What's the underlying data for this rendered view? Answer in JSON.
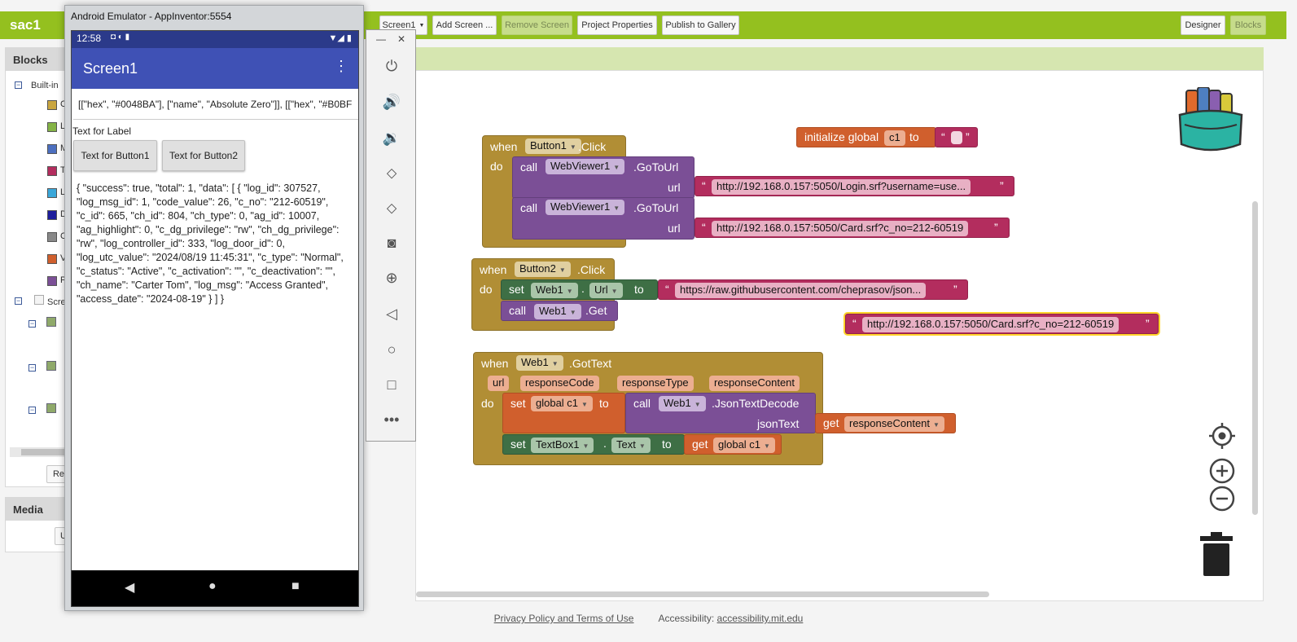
{
  "app": {
    "title": "sac1",
    "screen_dropdown": "Screen1",
    "add_screen": "Add Screen ...",
    "remove_screen": "Remove Screen",
    "project_properties": "Project Properties",
    "publish": "Publish to Gallery",
    "designer": "Designer",
    "blocks": "Blocks"
  },
  "left_panel": {
    "blocks_header": "Blocks",
    "builtin": "Built-in",
    "screen_item": "Scre",
    "media_header": "Media",
    "rename_btn": "Re",
    "upload_btn": "U",
    "swatches": [
      "#c9a640",
      "#84b345",
      "#4c6fbf",
      "#b32d5e",
      "#3aa7d9",
      "#1d1d9c",
      "#888888",
      "#d05f2d",
      "#7b4f96"
    ],
    "swatch_letters": [
      "C",
      "L",
      "M",
      "T",
      "L",
      "D",
      "C",
      "V",
      "P"
    ]
  },
  "emulator": {
    "window_title": "Android Emulator - AppInventor:5554",
    "time": "12:58",
    "screen_title": "Screen1",
    "textbox_value": "[[\"hex\", \"#0048BA\"], [\"name\", \"Absolute Zero\"]], [[\"hex\", \"#B0BF",
    "label1": "Text for Label",
    "button1": "Text for Button1",
    "button2": "Text for Button2",
    "label2": "{ \"success\": true, \"total\": 1, \"data\": [ { \"log_id\": 307527, \"log_msg_id\": 1, \"code_value\": 26, \"c_no\": \"212-60519\", \"c_id\": 665, \"ch_id\": 804, \"ch_type\": 0, \"ag_id\": 10007, \"ag_highlight\": 0, \"c_dg_privilege\": \"rw\", \"ch_dg_privilege\": \"rw\", \"log_controller_id\": 333, \"log_door_id\": 0, \"log_utc_value\": \"2024/08/19 11:45:31\", \"c_type\": \"Normal\", \"c_status\": \"Active\", \"c_activation\": \"\", \"c_deactivation\": \"\", \"ch_name\": \"Carter Tom\", \"log_msg\": \"Access Granted\", \"access_date\": \"2024-08-19\" } ] }"
  },
  "blocks": {
    "when": "when",
    "do": "do",
    "call": "call",
    "set": "set",
    "to": "to",
    "get": "get",
    "url": "url",
    "dot": ".",
    "b1_component": "Button1",
    "b1_event": ".Click",
    "webviewer": "WebViewer1",
    "gotourl": ".GoToUrl",
    "url_login": "http://192.168.0.157:5050/Login.srf?username=use...",
    "url_card": "http://192.168.0.157:5050/Card.srf?c_no=212-60519",
    "b2_component": "Button2",
    "b2_event": ".Click",
    "web1": "Web1",
    "url_prop": "Url",
    "url_github": "https://raw.githubusercontent.com/cheprasov/json...",
    "get_method": ".Get",
    "loose_url": "http://192.168.0.157:5050/Card.srf?c_no=212-60519",
    "init_global": "initialize global",
    "c1": "c1",
    "gottext_event": ".GotText",
    "param_url": "url",
    "param_code": "responseCode",
    "param_type": "responseType",
    "param_content": "responseContent",
    "global_c1": "global c1",
    "json_decode": ".JsonTextDecode",
    "json_text": "jsonText",
    "textbox1": "TextBox1",
    "text_prop": "Text"
  },
  "footer": {
    "privacy": "Privacy Policy and Terms of Use",
    "accessibility_label": "Accessibility:",
    "accessibility_link": "accessibility.mit.edu"
  }
}
